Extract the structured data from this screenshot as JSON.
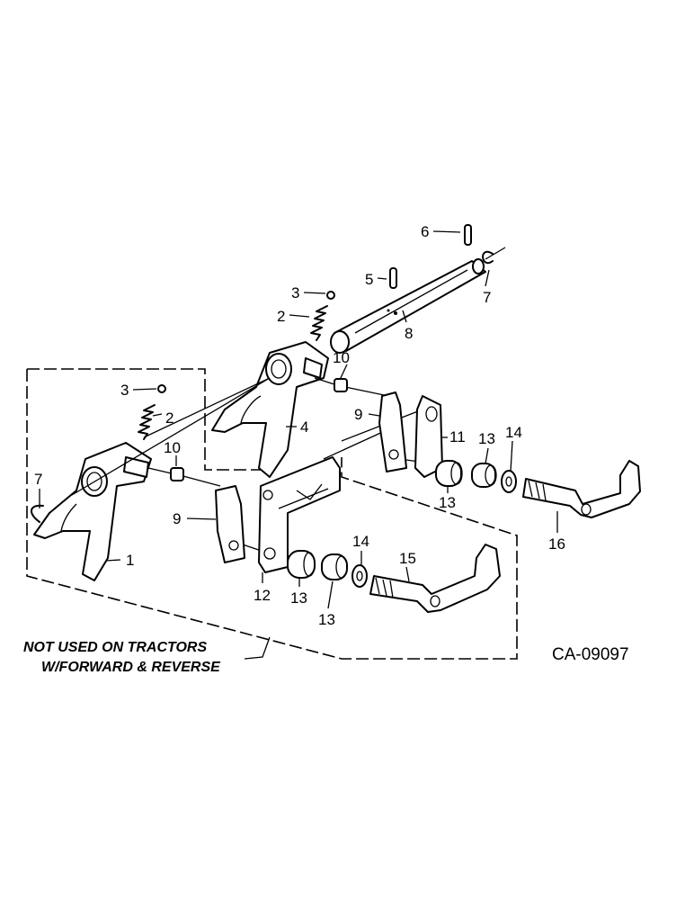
{
  "figure_id": "CA-09097",
  "note": {
    "line1": "NOT USED ON TRACTORS",
    "line2": "W/FORWARD & REVERSE"
  },
  "callouts": [
    {
      "id": "c1",
      "label": "1"
    },
    {
      "id": "c2a",
      "label": "2"
    },
    {
      "id": "c2b",
      "label": "2"
    },
    {
      "id": "c3a",
      "label": "3"
    },
    {
      "id": "c3b",
      "label": "3"
    },
    {
      "id": "c4",
      "label": "4"
    },
    {
      "id": "c5",
      "label": "5"
    },
    {
      "id": "c6",
      "label": "6"
    },
    {
      "id": "c7a",
      "label": "7"
    },
    {
      "id": "c7b",
      "label": "7"
    },
    {
      "id": "c8",
      "label": "8"
    },
    {
      "id": "c9a",
      "label": "9"
    },
    {
      "id": "c9b",
      "label": "9"
    },
    {
      "id": "c10a",
      "label": "10"
    },
    {
      "id": "c10b",
      "label": "10"
    },
    {
      "id": "c11",
      "label": "11"
    },
    {
      "id": "c12",
      "label": "12"
    },
    {
      "id": "c13a",
      "label": "13"
    },
    {
      "id": "c13b",
      "label": "13"
    },
    {
      "id": "c13c",
      "label": "13"
    },
    {
      "id": "c13d",
      "label": "13"
    },
    {
      "id": "c14a",
      "label": "14"
    },
    {
      "id": "c14b",
      "label": "14"
    },
    {
      "id": "c15",
      "label": "15"
    },
    {
      "id": "c16",
      "label": "16"
    }
  ]
}
